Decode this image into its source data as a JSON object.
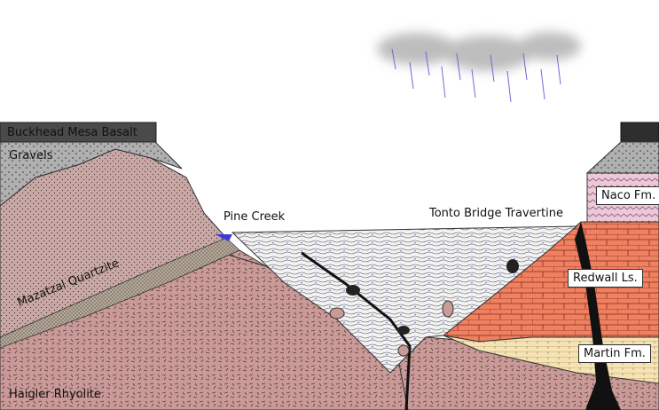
{
  "labels": {
    "buckhead": "Buckhead Mesa Basalt",
    "gravels": "Gravels",
    "pine_creek": "Pine Creek",
    "travertine": "Tonto Bridge Travertine",
    "naco": "Naco Fm.",
    "redwall": "Redwall Ls.",
    "mazatzal": "Mazatzal Quartzite",
    "martin": "Martin Fm.",
    "haigler": "Haigler Rhyolite"
  },
  "colors": {
    "rhyolite": "#c99a98",
    "quartzite": "#c9a7a4",
    "quartzite_band": "#b9ab9b",
    "gravels": "#b0b0b0",
    "basalt": "#4a4a4a",
    "naco": "#ecc8d8",
    "redwall": "#f08060",
    "martin": "#f5e3b3",
    "travertine": "#f2f2f2",
    "water": "#3b3bd9",
    "cloud": "#bdbdbd",
    "rain": "#6a6ad8",
    "dike": "#111111"
  }
}
